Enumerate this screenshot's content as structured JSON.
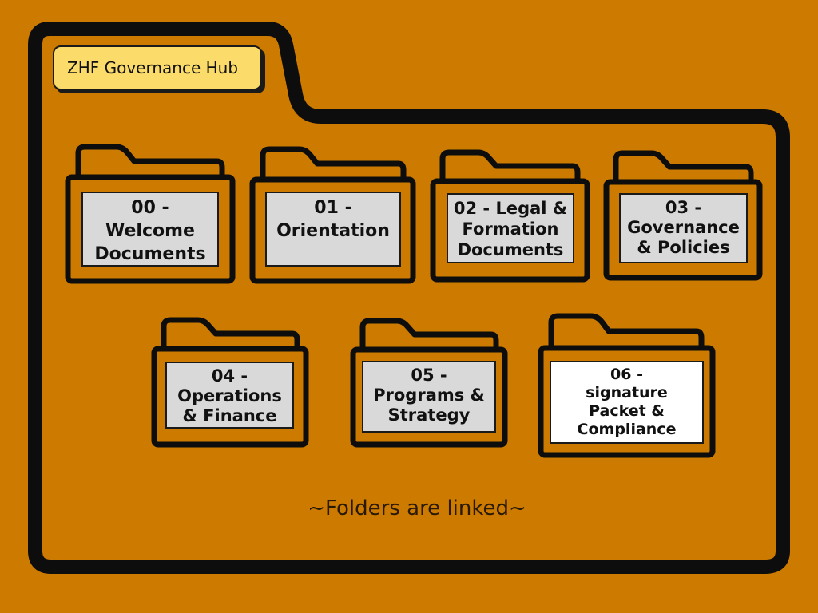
{
  "colors": {
    "background": "#cc7a00",
    "outline": "#1a1a1a",
    "hub_tab": "#fbdb6a",
    "label_grey": "#d9d9d9",
    "label_white": "#ffffff"
  },
  "hub": {
    "title": "ZHF Governance Hub",
    "icon": "folder-icon"
  },
  "folders": [
    {
      "label": "00 -\nWelcome\nDocuments",
      "icon": "folder-icon"
    },
    {
      "label": "01 -\nOrientation",
      "icon": "folder-icon"
    },
    {
      "label": "02 - Legal &\nFormation\nDocuments",
      "icon": "folder-icon"
    },
    {
      "label": "03 -\nGovernance\n& Policies",
      "icon": "folder-icon"
    },
    {
      "label": "04 -\nOperations\n& Finance",
      "icon": "folder-icon"
    },
    {
      "label": "05 -\nPrograms &\nStrategy",
      "icon": "folder-icon"
    },
    {
      "label": "06 -\nsignature\nPacket &\nCompliance",
      "icon": "folder-icon"
    }
  ],
  "footer": {
    "note": "~Folders are linked~"
  }
}
